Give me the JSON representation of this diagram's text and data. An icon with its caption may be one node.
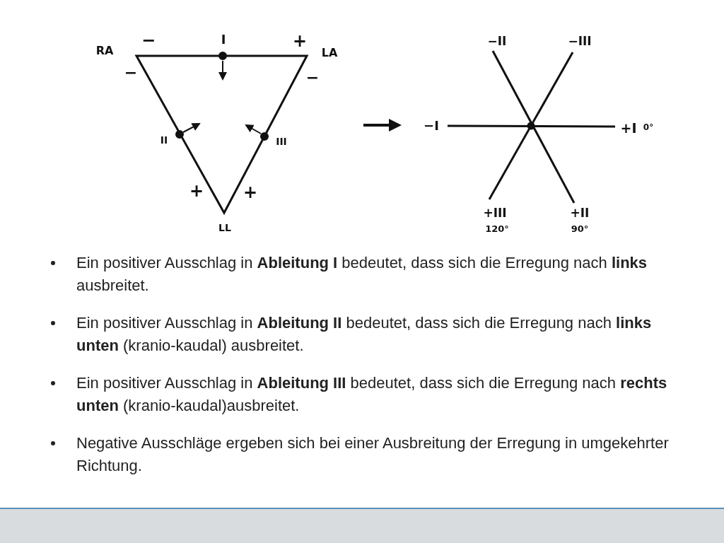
{
  "diagram": {
    "labels": [
      "−",
      "I",
      "+",
      "RA",
      "LA",
      "−",
      "−",
      "II",
      "III",
      "+",
      "+",
      "LL",
      "−II",
      "−III",
      "−I",
      "+I",
      "0°",
      "+III",
      "+II",
      "120°",
      "90°",
      "Ein positiver Ausschlag in **Ableitung I** bedeutet, dass sich die Erregung nach **links** ausbreitet.",
      "Ein positiver Ausschlag in **Ableitung II** bedeutet, dass sich die Erregung nach **links unten** (kranio-kaudal) ausbreitet.",
      "Ein positiver Ausschlag in **Ableitung III** bedeutet, dass sich die Erregung nach **rechts unten** (kranio-kaudal)ausbreitet.",
      "Negative Ausschläge ergeben sich bei einer Ausbreitung der Erregung in umgekehrter Richtung."
    ]
  }
}
